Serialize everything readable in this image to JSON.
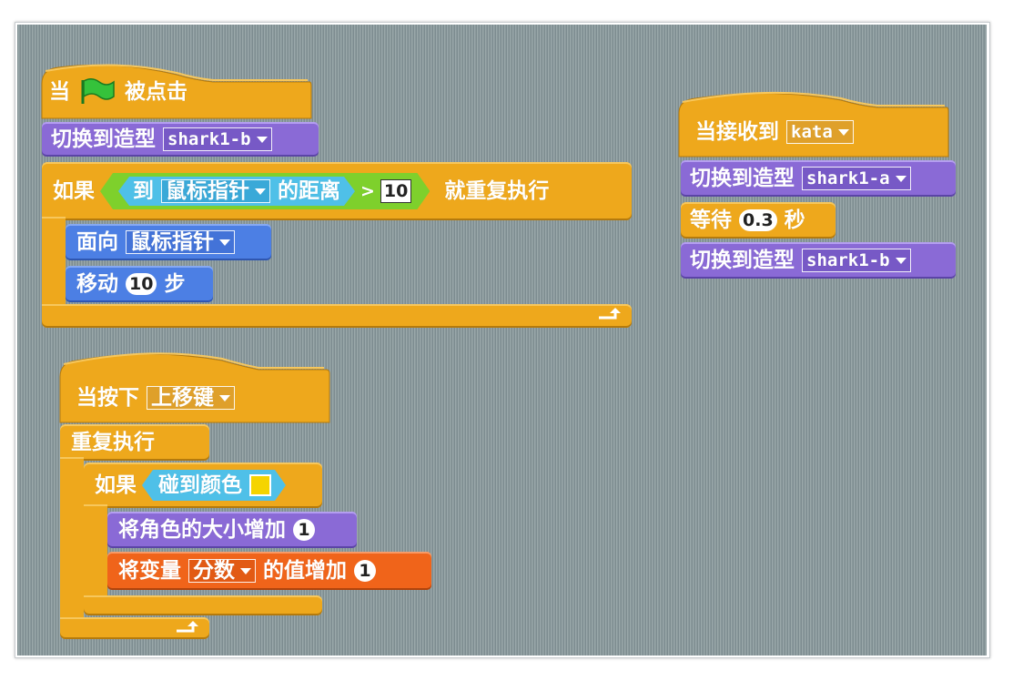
{
  "scripts": {
    "flag_script": {
      "hat_when": "当",
      "hat_clicked": "被点击",
      "switch_costume_label": "切换到造型",
      "switch_costume_value": "shark1-b",
      "if_label": "如果",
      "distance_to": "到",
      "distance_target": "鼠标指针",
      "distance_suffix": "的距离",
      "compare_op": ">",
      "compare_value": "10",
      "repeat_until_suffix": "就重复执行",
      "point_towards_label": "面向",
      "point_towards_value": "鼠标指针",
      "move_label": "移动",
      "move_value": "10",
      "move_suffix": "步"
    },
    "broadcast_script": {
      "hat_label": "当接收到",
      "hat_value": "kata",
      "switch1_label": "切换到造型",
      "switch1_value": "shark1-a",
      "wait_label": "等待",
      "wait_value": "0.3",
      "wait_suffix": "秒",
      "switch2_label": "切换到造型",
      "switch2_value": "shark1-b"
    },
    "key_script": {
      "hat_label": "当按下",
      "hat_key": "上移键",
      "forever_label": "重复执行",
      "if_label": "如果",
      "touching_color_label": "碰到颜色",
      "touching_color": "#f5d400",
      "change_size_label": "将角色的大小增加",
      "change_size_value": "1",
      "change_var_label": "将变量",
      "change_var_name": "分数",
      "change_var_suffix": "的值增加",
      "change_var_value": "1"
    }
  },
  "colors": {
    "control": "#eea81c",
    "looks": "#8a6ad6",
    "motion": "#4c7fe4",
    "variables": "#f0641a",
    "sensing": "#4fc0e8",
    "operators": "#7ed02c",
    "flag": "#2dbb3a",
    "canvas": "#8a9a9d"
  },
  "icons": {
    "flag": "green-flag-icon",
    "dropdown": "dropdown-arrow-icon",
    "loop_arrow": "loop-arrow-icon"
  }
}
